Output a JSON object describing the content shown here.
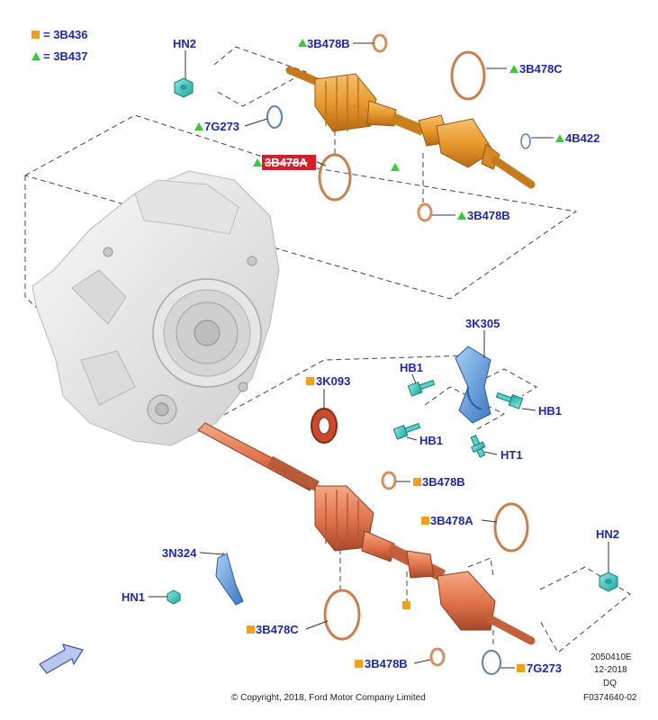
{
  "legend": [
    {
      "marker": "square",
      "color": "#f0a020",
      "text": "= 3B436"
    },
    {
      "marker": "triangle",
      "color": "#3cc83c",
      "text": "= 3B437"
    }
  ],
  "callouts": {
    "hn2_top": "HN2",
    "b478b_top": "3B478B",
    "b478c_top": "3B478C",
    "g273_top": "7G273",
    "b422": "4B422",
    "b478b_mid": "3B478B",
    "k305": "3K305",
    "hb1_a": "HB1",
    "hb1_b": "HB1",
    "hb1_c": "HB1",
    "ht1": "HT1",
    "k093": "3K093",
    "b478b_low": "3B478B",
    "b478a": "3B478A",
    "n324": "3N324",
    "hn1": "HN1",
    "hn2_low": "HN2",
    "b478c_low": "3B478C",
    "b478b_bottom": "3B478B",
    "g273_low": "7G273"
  },
  "highlight": {
    "text": "3B478A",
    "color": "#d4202a"
  },
  "footer": {
    "copyright": "© Copyright, 2018, Ford Motor Company Limited",
    "ref_code": "2050410E",
    "date": "12-2018",
    "region": "DQ",
    "figure_id": "F0374640-02"
  },
  "colors": {
    "upper_shaft": "#e89a2e",
    "lower_shaft": "#e2764e",
    "bracket": "#6aa6e6",
    "fastener": "#38c8c0",
    "label": "#1c2aa6"
  }
}
